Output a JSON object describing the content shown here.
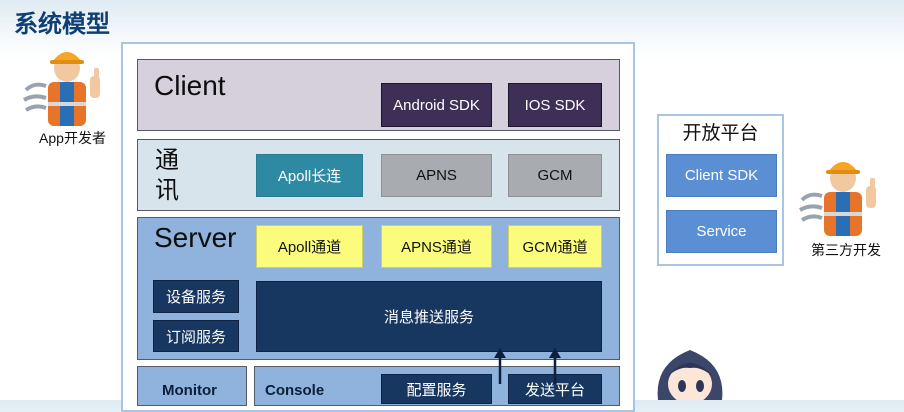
{
  "title": "系统模型",
  "layers": {
    "client": {
      "label": "Client",
      "boxes": [
        "Android SDK",
        "IOS SDK"
      ]
    },
    "comm": {
      "label_line1": "通",
      "label_line2": "讯",
      "boxes": [
        "Apoll长连",
        "APNS",
        "GCM"
      ]
    },
    "server": {
      "label": "Server",
      "channels": [
        "Apoll通道",
        "APNS通道",
        "GCM通道"
      ],
      "side_services": [
        "设备服务",
        "订阅服务"
      ],
      "push_service": "消息推送服务"
    },
    "monitor": {
      "label": "Monitor"
    },
    "console": {
      "label": "Console",
      "boxes": [
        "配置服务",
        "发送平台"
      ]
    }
  },
  "open_platform": {
    "title": "开放平台",
    "items": [
      "Client SDK",
      "Service"
    ]
  },
  "actors": {
    "app_developer": "App开发者",
    "third_party": "第三方开发"
  }
}
